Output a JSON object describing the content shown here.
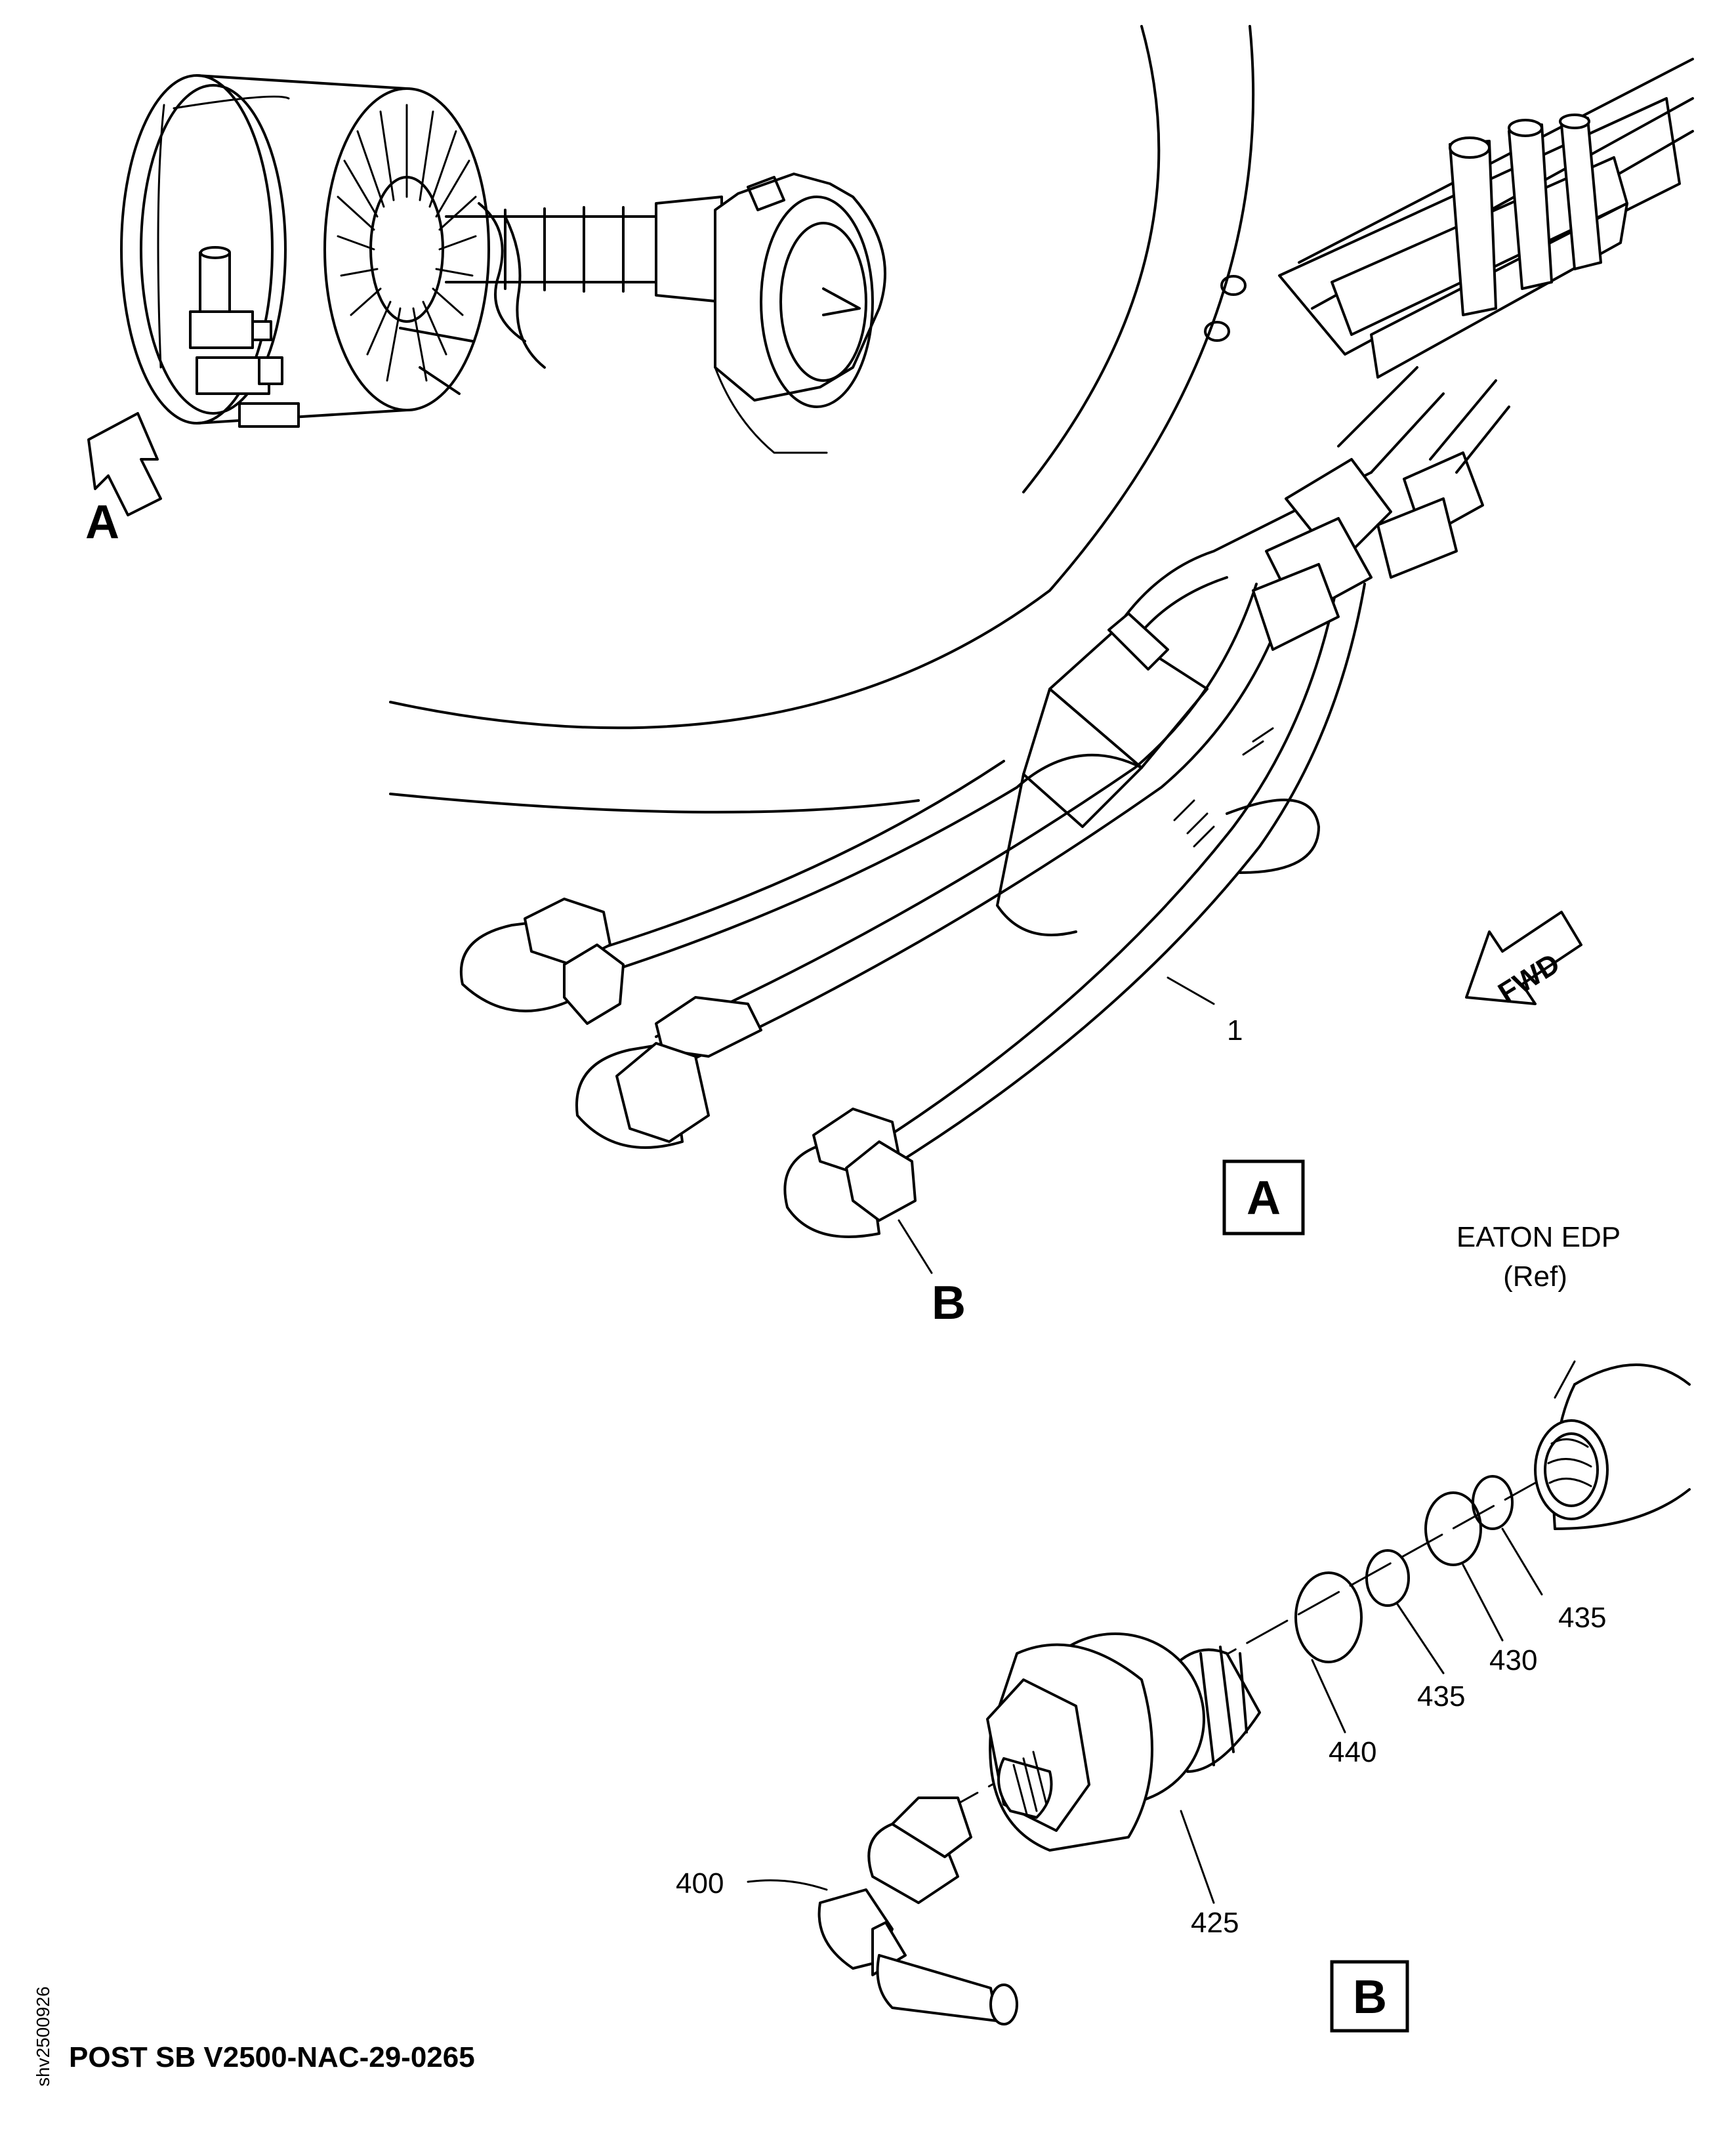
{
  "view_a_pointer": "A",
  "view_a_box": "A",
  "view_b_pointer": "B",
  "view_b_box": "B",
  "fwd_label": "FWD",
  "pump": {
    "line1": "EATON EDP",
    "line2": "(Ref)"
  },
  "callouts": {
    "hose": "1",
    "elbow": "400",
    "unit": "425",
    "ring_a": "435",
    "ring_b": "430",
    "ring_c": "435",
    "ring_d": "440"
  },
  "footer_note": "POST SB V2500-NAC-29-0265",
  "drawing_number": "shv2500926"
}
